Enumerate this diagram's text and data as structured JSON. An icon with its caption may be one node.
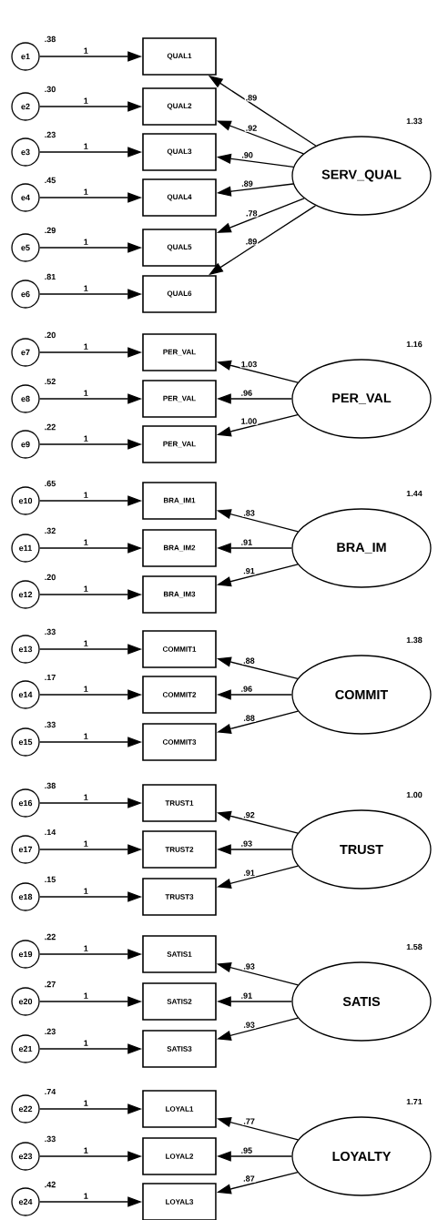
{
  "diagram": {
    "nodes": [
      {
        "text": [
          "e1"
        ],
        "beside": [
          ".38"
        ]
      },
      {
        "text": [
          "e2"
        ],
        "beside": [
          ".30"
        ]
      },
      {
        "text": [
          "e3"
        ],
        "beside": [
          ".23"
        ]
      },
      {
        "text": [
          "e4"
        ],
        "beside": [
          ".45"
        ]
      },
      {
        "text": [
          "e5"
        ],
        "beside": [
          ".29"
        ]
      },
      {
        "text": [
          "e6"
        ],
        "beside": [
          ".81"
        ]
      },
      {
        "text": [
          "e7"
        ],
        "beside": [
          ".20"
        ]
      },
      {
        "text": [
          "e8"
        ],
        "beside": [
          ".52"
        ]
      },
      {
        "text": [
          "e9"
        ],
        "beside": [
          ".22"
        ]
      },
      {
        "text": [
          "e10"
        ],
        "beside": [
          ".65"
        ]
      },
      {
        "text": [
          "e11"
        ],
        "beside": [
          ".32"
        ]
      },
      {
        "text": [
          "e12"
        ],
        "beside": [
          ".20"
        ]
      },
      {
        "text": [
          "e13"
        ],
        "beside": [
          ".33"
        ]
      },
      {
        "text": [
          "e14"
        ],
        "beside": [
          ".17"
        ]
      },
      {
        "text": [
          "e15"
        ],
        "beside": [
          ".33"
        ]
      },
      {
        "text": [
          "e16"
        ],
        "beside": [
          ".38"
        ]
      },
      {
        "text": [
          "e17"
        ],
        "beside": [
          ".14"
        ]
      },
      {
        "text": [
          "e18"
        ],
        "beside": [
          ".15"
        ]
      },
      {
        "text": [
          "e19"
        ],
        "beside": [
          ".22"
        ]
      },
      {
        "text": [
          "e20"
        ],
        "beside": [
          ".27"
        ]
      },
      {
        "text": [
          "e21"
        ],
        "beside": [
          ".23"
        ]
      },
      {
        "text": [
          "e22"
        ],
        "beside": [
          ".74"
        ]
      },
      {
        "text": [
          "e23"
        ],
        "beside": [
          ".33"
        ]
      },
      {
        "text": [
          "e24"
        ],
        "beside": [
          ".42"
        ]
      },
      {
        "text": [
          "QUAL1"
        ]
      },
      {
        "text": [
          "QUAL2"
        ]
      },
      {
        "text": [
          "QUAL3"
        ]
      },
      {
        "text": [
          "QUAL4"
        ]
      },
      {
        "text": [
          "QUAL5"
        ]
      },
      {
        "text": [
          "QUAL6"
        ]
      },
      {
        "text": [
          "PER_VAL"
        ]
      },
      {
        "text": [
          "PER_VAL"
        ]
      },
      {
        "text": [
          "PER_VAL"
        ]
      },
      {
        "text": [
          "BRA_IM1"
        ]
      },
      {
        "text": [
          "BRA_IM2"
        ]
      },
      {
        "text": [
          "BRA_IM3"
        ]
      },
      {
        "text": [
          "COMMIT1"
        ]
      },
      {
        "text": [
          "COMMIT2"
        ]
      },
      {
        "text": [
          "COMMIT3"
        ]
      },
      {
        "text": [
          "TRUST1"
        ]
      },
      {
        "text": [
          "TRUST2"
        ]
      },
      {
        "text": [
          "TRUST3"
        ]
      },
      {
        "text": [
          "SATIS1"
        ]
      },
      {
        "text": [
          "SATIS2"
        ]
      },
      {
        "text": [
          "SATIS3"
        ]
      },
      {
        "text": [
          "LOYAL1"
        ]
      },
      {
        "text": [
          "LOYAL2"
        ]
      },
      {
        "text": [
          "LOYAL3"
        ]
      },
      {
        "text": [
          "SERV_QUAL"
        ],
        "beside": [
          "1.33"
        ]
      },
      {
        "text": [
          "PER_VAL"
        ],
        "beside": [
          "1.16"
        ]
      },
      {
        "text": [
          "BRA_IM"
        ],
        "beside": [
          "1.44"
        ]
      },
      {
        "text": [
          "COMMIT"
        ],
        "beside": [
          "1.38"
        ]
      },
      {
        "text": [
          "TRUST"
        ],
        "beside": [
          "1.00"
        ]
      },
      {
        "text": [
          "SATIS"
        ],
        "beside": [
          "1.58"
        ]
      },
      {
        "text": [
          "LOYALTY"
        ],
        "beside": [
          "1.71"
        ]
      }
    ],
    "edges": [
      {
        "from": 0,
        "to": 24,
        "arrow": "to",
        "label": "1"
      },
      {
        "from": 1,
        "to": 25,
        "arrow": "to",
        "label": "1"
      },
      {
        "from": 2,
        "to": 26,
        "arrow": "to",
        "label": "1"
      },
      {
        "from": 3,
        "to": 27,
        "arrow": "to",
        "label": "1"
      },
      {
        "from": 4,
        "to": 28,
        "arrow": "to",
        "label": "1"
      },
      {
        "from": 5,
        "to": 29,
        "arrow": "to",
        "label": "1"
      },
      {
        "from": 6,
        "to": 30,
        "arrow": "to",
        "label": "1"
      },
      {
        "from": 7,
        "to": 31,
        "arrow": "to",
        "label": "1"
      },
      {
        "from": 8,
        "to": 32,
        "arrow": "to",
        "label": "1"
      },
      {
        "from": 9,
        "to": 33,
        "arrow": "to",
        "label": "1"
      },
      {
        "from": 10,
        "to": 34,
        "arrow": "to",
        "label": "1"
      },
      {
        "from": 11,
        "to": 35,
        "arrow": "to",
        "label": "1"
      },
      {
        "from": 12,
        "to": 36,
        "arrow": "to",
        "label": "1"
      },
      {
        "from": 13,
        "to": 37,
        "arrow": "to",
        "label": "1"
      },
      {
        "from": 14,
        "to": 38,
        "arrow": "to",
        "label": "1"
      },
      {
        "from": 15,
        "to": 39,
        "arrow": "to",
        "label": "1"
      },
      {
        "from": 16,
        "to": 40,
        "arrow": "to",
        "label": "1"
      },
      {
        "from": 17,
        "to": 41,
        "arrow": "to",
        "label": "1"
      },
      {
        "from": 18,
        "to": 42,
        "arrow": "to",
        "label": "1"
      },
      {
        "from": 19,
        "to": 43,
        "arrow": "to",
        "label": "1"
      },
      {
        "from": 20,
        "to": 44,
        "arrow": "to",
        "label": "1"
      },
      {
        "from": 21,
        "to": 45,
        "arrow": "to",
        "label": "1"
      },
      {
        "from": 22,
        "to": 46,
        "arrow": "to",
        "label": "1"
      },
      {
        "from": 23,
        "to": 47,
        "arrow": "to",
        "label": "1"
      },
      {
        "from": 48,
        "to": 24,
        "arrow": "to",
        "label": ".89"
      },
      {
        "from": 48,
        "to": 25,
        "arrow": "to",
        "label": ".92"
      },
      {
        "from": 48,
        "to": 26,
        "arrow": "to",
        "label": ".90"
      },
      {
        "from": 48,
        "to": 27,
        "arrow": "to",
        "label": ".89"
      },
      {
        "from": 48,
        "to": 28,
        "arrow": "to",
        "label": ".78"
      },
      {
        "from": 48,
        "to": 29,
        "arrow": "to",
        "label": ".89"
      },
      {
        "from": 49,
        "to": 30,
        "arrow": "to",
        "label": "1.03"
      },
      {
        "from": 49,
        "to": 31,
        "arrow": "to",
        "label": ".96"
      },
      {
        "from": 49,
        "to": 32,
        "arrow": "to",
        "label": "1.00"
      },
      {
        "from": 50,
        "to": 33,
        "arrow": "to",
        "label": ".83"
      },
      {
        "from": 50,
        "to": 34,
        "arrow": "to",
        "label": ".91"
      },
      {
        "from": 50,
        "to": 35,
        "arrow": "to",
        "label": ".91"
      },
      {
        "from": 51,
        "to": 36,
        "arrow": "to",
        "label": ".88"
      },
      {
        "from": 51,
        "to": 37,
        "arrow": "to",
        "label": ".96"
      },
      {
        "from": 51,
        "to": 38,
        "arrow": "to",
        "label": ".88"
      },
      {
        "from": 52,
        "to": 39,
        "arrow": "to",
        "label": ".92"
      },
      {
        "from": 52,
        "to": 40,
        "arrow": "to",
        "label": ".93"
      },
      {
        "from": 52,
        "to": 41,
        "arrow": "to",
        "label": ".91"
      },
      {
        "from": 53,
        "to": 42,
        "arrow": "to",
        "label": ".93"
      },
      {
        "from": 53,
        "to": 43,
        "arrow": "to",
        "label": ".91"
      },
      {
        "from": 53,
        "to": 44,
        "arrow": "to",
        "label": ".93"
      },
      {
        "from": 54,
        "to": 45,
        "arrow": "to",
        "label": ".77"
      },
      {
        "from": 54,
        "to": 46,
        "arrow": "to",
        "label": ".95"
      },
      {
        "from": 54,
        "to": 47,
        "arrow": "to",
        "label": ".87"
      }
    ]
  }
}
